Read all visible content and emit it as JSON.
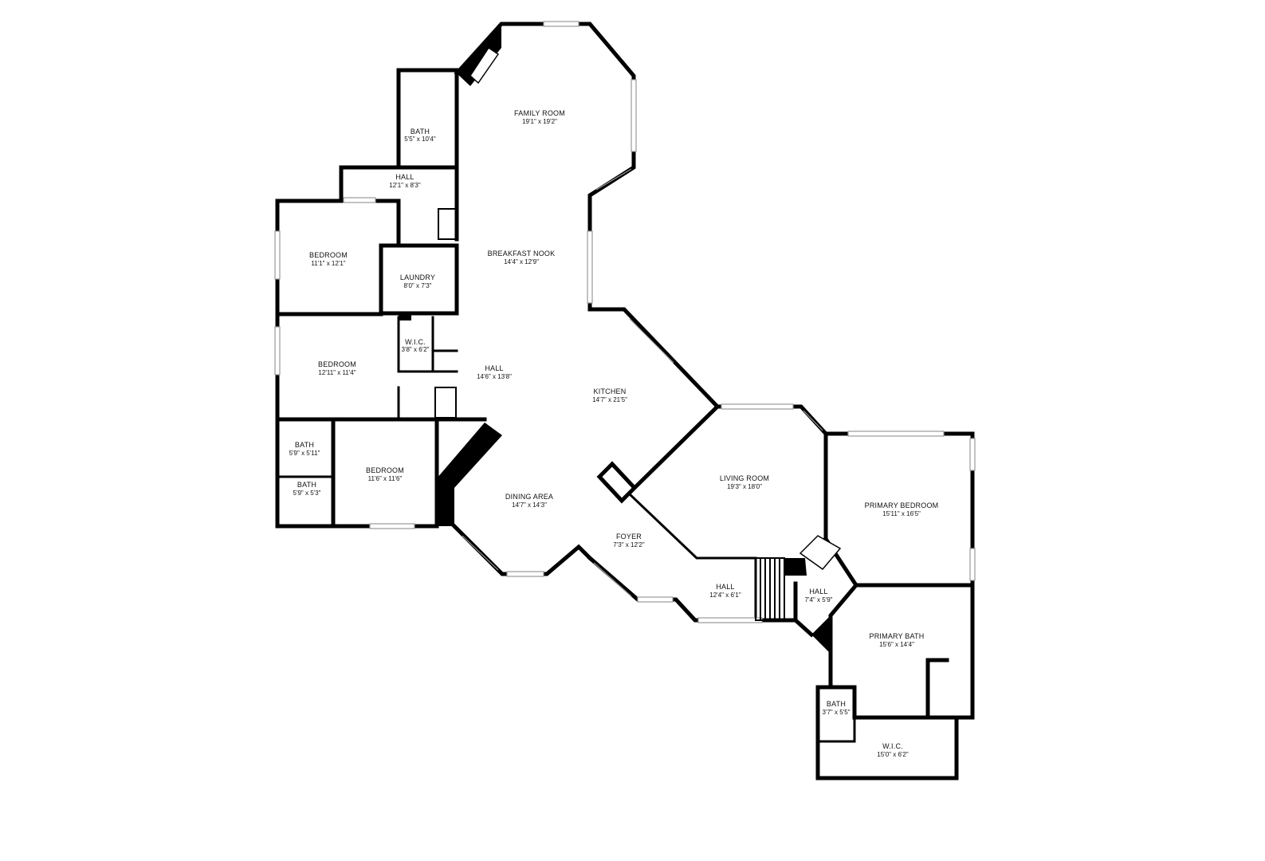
{
  "floorplan": {
    "rooms": [
      {
        "id": "family-room",
        "name": "FAMILY ROOM",
        "dims": "19'1\" x 19'2\""
      },
      {
        "id": "bath-upper",
        "name": "BATH",
        "dims": "5'5\" x 10'4\""
      },
      {
        "id": "hall-upper",
        "name": "HALL",
        "dims": "12'1\" x 8'3\""
      },
      {
        "id": "breakfast-nook",
        "name": "BREAKFAST NOOK",
        "dims": "14'4\" x 12'9\""
      },
      {
        "id": "bedroom-1",
        "name": "BEDROOM",
        "dims": "11'1\" x 12'1\""
      },
      {
        "id": "laundry",
        "name": "LAUNDRY",
        "dims": "8'0\" x 7'3\""
      },
      {
        "id": "wic-small",
        "name": "W.I.C.",
        "dims": "3'8\" x 6'2\""
      },
      {
        "id": "bedroom-2",
        "name": "BEDROOM",
        "dims": "12'11\" x 11'4\""
      },
      {
        "id": "hall-center",
        "name": "HALL",
        "dims": "14'6\" x 13'8\""
      },
      {
        "id": "kitchen",
        "name": "KITCHEN",
        "dims": "14'7\" x 21'5\""
      },
      {
        "id": "bath-a",
        "name": "BATH",
        "dims": "5'9\" x 5'11\""
      },
      {
        "id": "bath-b",
        "name": "BATH",
        "dims": "5'9\" x 5'3\""
      },
      {
        "id": "bedroom-3",
        "name": "BEDROOM",
        "dims": "11'6\" x 11'6\""
      },
      {
        "id": "dining-area",
        "name": "DINING AREA",
        "dims": "14'7\" x 14'3\""
      },
      {
        "id": "living-room",
        "name": "LIVING ROOM",
        "dims": "19'3\" x 18'0\""
      },
      {
        "id": "primary-bedroom",
        "name": "PRIMARY BEDROOM",
        "dims": "15'11\" x 16'5\""
      },
      {
        "id": "foyer",
        "name": "FOYER",
        "dims": "7'3\" x 12'2\""
      },
      {
        "id": "hall-lower",
        "name": "HALL",
        "dims": "12'4\" x 6'1\""
      },
      {
        "id": "hall-primary",
        "name": "HALL",
        "dims": "7'4\" x 5'9\""
      },
      {
        "id": "primary-bath",
        "name": "PRIMARY BATH",
        "dims": "15'6\" x 14'4\""
      },
      {
        "id": "bath-primary-small",
        "name": "BATH",
        "dims": "3'7\" x 5'5\""
      },
      {
        "id": "wic-primary",
        "name": "W.I.C.",
        "dims": "15'0\" x 6'2\""
      }
    ]
  }
}
